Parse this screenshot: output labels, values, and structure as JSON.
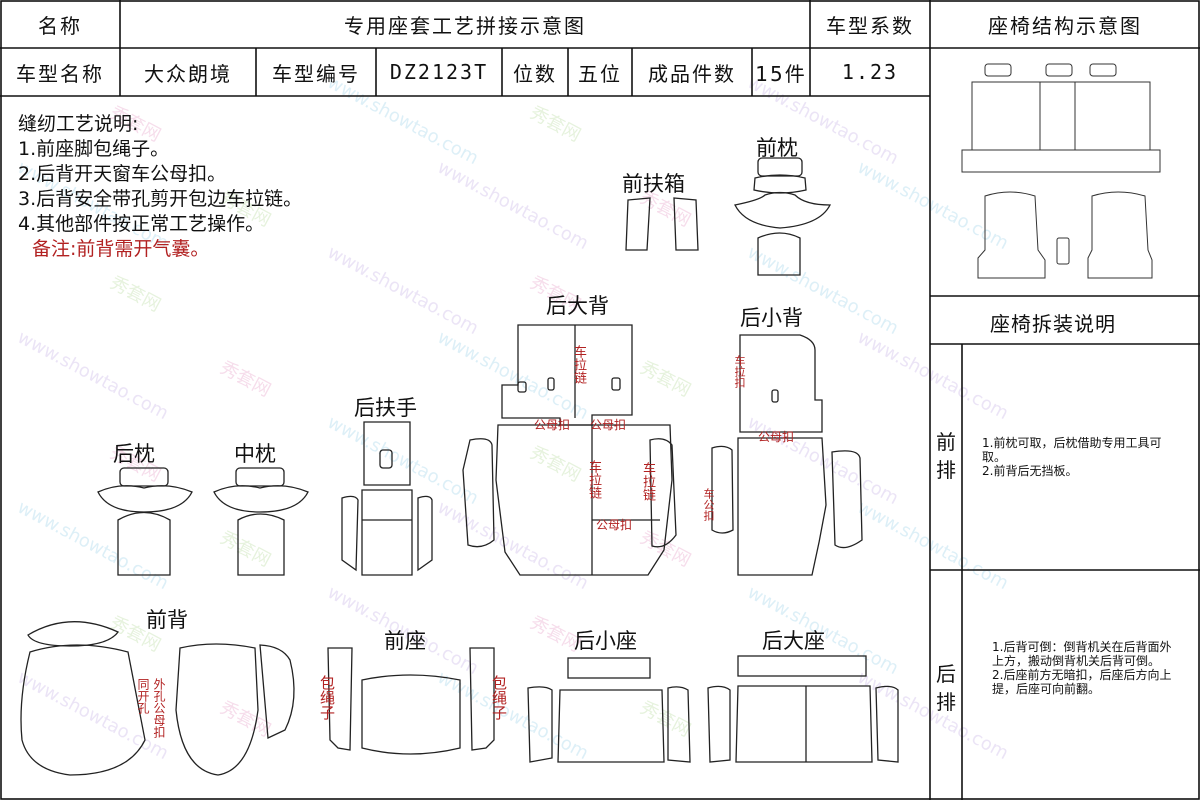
{
  "header": {
    "name_label": "名称",
    "doc_title": "专用座套工艺拼接示意图",
    "coef_label": "车型系数",
    "structure_title": "座椅结构示意图",
    "model_name_label": "车型名称",
    "model_name": "大众朗境",
    "model_code_label": "车型编号",
    "model_code": "DZ2123T",
    "seats_label": "位数",
    "seats": "五位",
    "pieces_label": "成品件数",
    "pieces": "15件",
    "coef": "1.23"
  },
  "notes": {
    "title": "缝纫工艺说明:",
    "items": [
      "1.前座脚包绳子。",
      "2.后背开天窗车公母扣。",
      "3.后背安全带孔剪开包边车拉链。",
      "4.其他部件按正常工艺操作。"
    ],
    "remark": "备注:前背需开气囊。"
  },
  "parts": {
    "front_armrest_box": "前扶箱",
    "front_headrest": "前枕",
    "rear_big_back": "后大背",
    "rear_small_back": "后小背",
    "rear_armrest": "后扶手",
    "rear_headrest": "后枕",
    "mid_headrest": "中枕",
    "front_back": "前背",
    "front_seat": "前座",
    "rear_small_seat": "后小座",
    "rear_big_seat": "后大座"
  },
  "marks": {
    "zipper": "车拉链",
    "snap": "公母扣",
    "zipper_b": "车拉链",
    "zipper_c": "车拉链",
    "snap_b": "公母扣",
    "snap_c": "公母扣",
    "small_zip": "车拉扣",
    "small_snap": "公母扣",
    "snap_side": "车公扣",
    "cord_left": "包绳子",
    "cord_right": "包绳子",
    "airbag_a": "同开孔",
    "airbag_b": "外孔公母扣"
  },
  "side": {
    "disassembly_title": "座椅拆装说明",
    "front_row_label": "前排",
    "front_row_text": "1.前枕可取，后枕借助专用工具可取。\n2.前背后无挡板。",
    "rear_row_label": "后排",
    "rear_row_text": "1.后背可倒：倒背机关在后背面外上方，搬动倒背机关后背可倒。\n2.后座前方无暗扣，后座后方向上提，后座可向前翻。"
  },
  "watermark": {
    "cn": "秀套网",
    "en": "www.showtao.com",
    "colors": [
      "#e6a0c8",
      "#9fd4ea",
      "#b8dca0",
      "#c8b4e6"
    ]
  }
}
